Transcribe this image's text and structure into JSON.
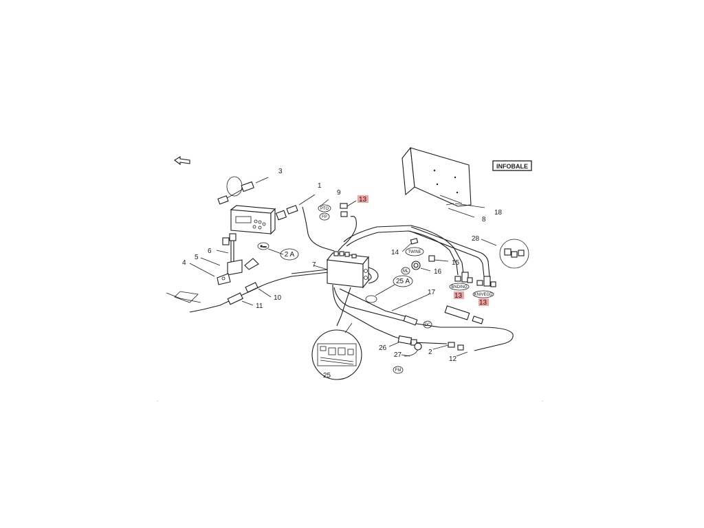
{
  "title": "INFOBALE",
  "callouts": {
    "c1": "1",
    "c2": "2",
    "c3": "3",
    "c4": "4",
    "c5": "5",
    "c6": "6",
    "c7": "7",
    "c8": "8",
    "c9": "9",
    "c10": "10",
    "c11": "11",
    "c12": "12",
    "c13a": "13",
    "c13b": "13",
    "c13c": "13",
    "c14": "14",
    "c15": "15",
    "c16": "16",
    "c17": "17",
    "c18": "18",
    "c25": "25",
    "c25a": "25 A",
    "c26": "26",
    "c27": "27",
    "c28": "28",
    "c2a": "2 A"
  },
  "tags": {
    "pto": "PTO",
    "fp": "FP",
    "twine": "TWINE",
    "ml": "ML",
    "bnding": "BNDING",
    "knivegd": "KNIVEGD",
    "dc": "DC",
    "fm": "FM"
  },
  "colors": {
    "highlight": "#f4a3a3",
    "line": "#1a1a1a"
  }
}
